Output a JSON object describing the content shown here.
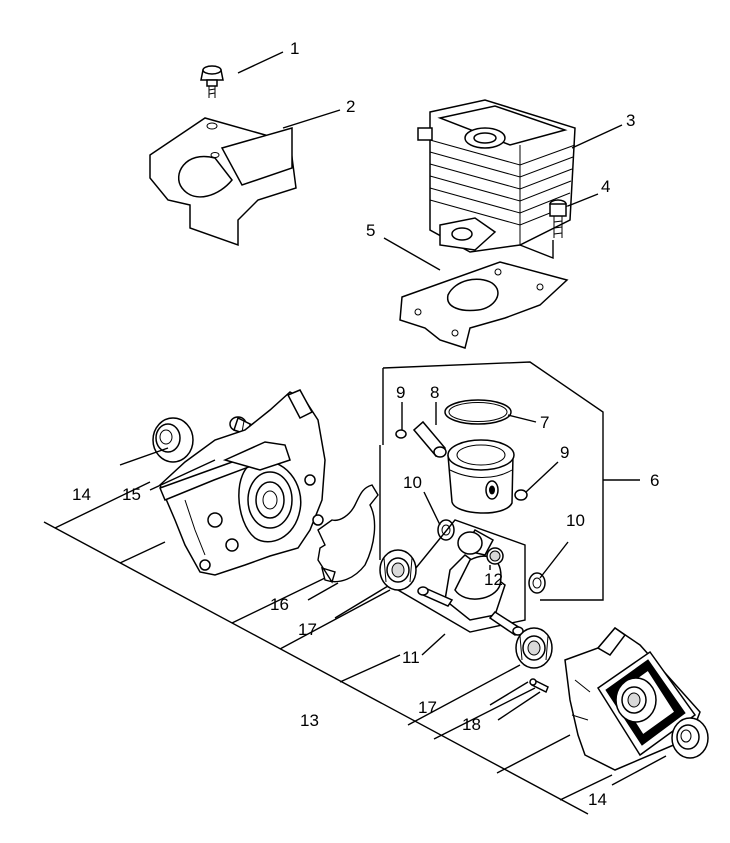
{
  "callouts": [
    {
      "id": "c1",
      "label": "1"
    },
    {
      "id": "c2",
      "label": "2"
    },
    {
      "id": "c3",
      "label": "3"
    },
    {
      "id": "c4",
      "label": "4"
    },
    {
      "id": "c5",
      "label": "5"
    },
    {
      "id": "c6",
      "label": "6"
    },
    {
      "id": "c7",
      "label": "7"
    },
    {
      "id": "c8",
      "label": "8"
    },
    {
      "id": "c9a",
      "label": "9"
    },
    {
      "id": "c9b",
      "label": "9"
    },
    {
      "id": "c10a",
      "label": "10"
    },
    {
      "id": "c10b",
      "label": "10"
    },
    {
      "id": "c11",
      "label": "11"
    },
    {
      "id": "c12",
      "label": "12"
    },
    {
      "id": "c13",
      "label": "13"
    },
    {
      "id": "c14a",
      "label": "14"
    },
    {
      "id": "c14b",
      "label": "14"
    },
    {
      "id": "c15",
      "label": "15"
    },
    {
      "id": "c16",
      "label": "16"
    },
    {
      "id": "c17a",
      "label": "17"
    },
    {
      "id": "c17b",
      "label": "17"
    },
    {
      "id": "c18",
      "label": "18"
    }
  ]
}
